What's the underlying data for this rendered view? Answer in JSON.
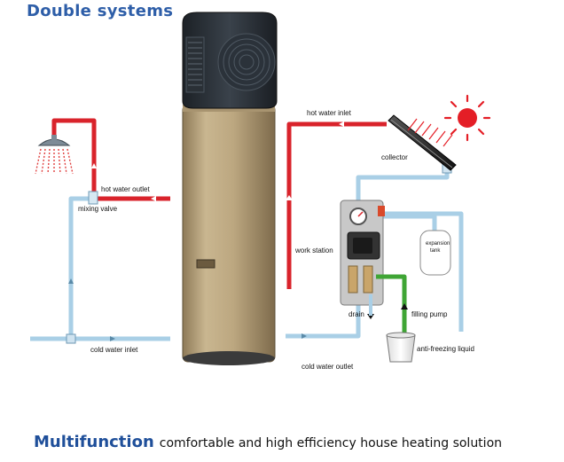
{
  "title": "Double systems",
  "labels": {
    "hot_water_outlet": "hot water outlet",
    "mixing_valve": "mixing valve",
    "cold_water_inlet": "cold water inlet",
    "hot_water_inlet": "hot water inlet",
    "collector": "collector",
    "work_station": "work station",
    "expansion_tank_line1": "expansion",
    "expansion_tank_line2": "tank",
    "drain": "drain",
    "filling_pump": "filling pump",
    "anti_freezing_liquid": "anti-freezing liquid",
    "cold_water_outlet": "cold water outlet"
  },
  "footer": {
    "heading": "Multifunction",
    "text": "comfortable and high efficiency house heating solution"
  },
  "colors": {
    "hot_pipe": "#d9232b",
    "cold_pipe": "#a9cfe6",
    "glycol_pipe": "#3fa535",
    "title_blue": "#2e5ea8",
    "tank_body": "#b8a37f",
    "tank_top": "#2b3138",
    "sun": "#e41e26"
  }
}
